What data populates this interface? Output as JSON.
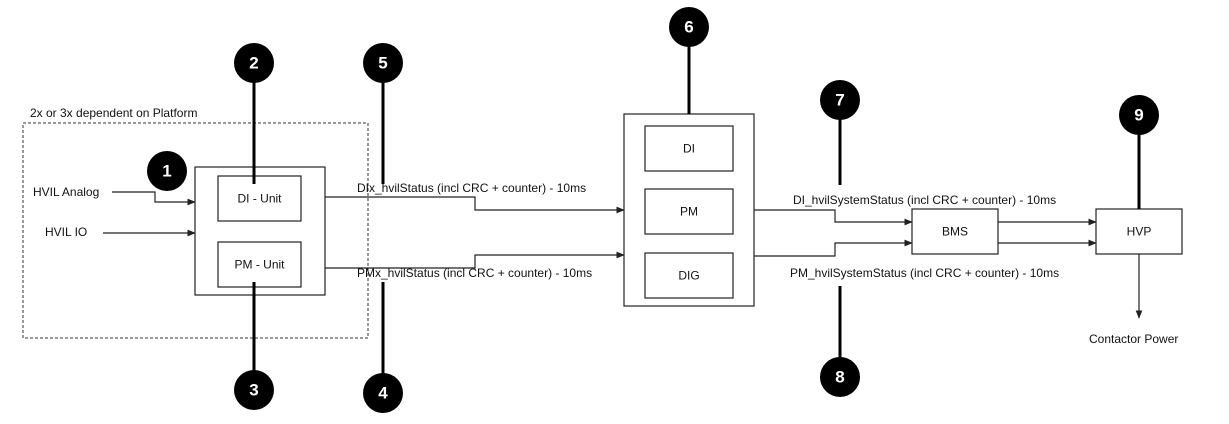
{
  "platform_note": "2x or 3x dependent on Platform",
  "inputs": {
    "hvil_analog": "HVIL Analog",
    "hvil_io": "HVIL IO"
  },
  "units": {
    "di_unit": "DI - Unit",
    "pm_unit": "PM - Unit"
  },
  "signals": {
    "dix_status": "DIx_hvilStatus (incl CRC + counter) - 10ms",
    "pmx_status": "PMx_hvilStatus (incl CRC + counter) - 10ms",
    "di_system_status": "DI_hvilSystemStatus (incl CRC + counter) - 10ms",
    "pm_system_status": "PM_hvilSystemStatus (incl CRC + counter) - 10ms"
  },
  "center_block": {
    "di": "DI",
    "pm": "PM",
    "dig": "DIG"
  },
  "bms": "BMS",
  "hvp": "HVP",
  "output": "Contactor Power",
  "markers": {
    "m1": "1",
    "m2": "2",
    "m3": "3",
    "m4": "4",
    "m5": "5",
    "m6": "6",
    "m7": "7",
    "m8": "8",
    "m9": "9"
  },
  "colors": {
    "marker_fill": "#000000",
    "marker_text": "#ffffff",
    "line": "#222222"
  }
}
